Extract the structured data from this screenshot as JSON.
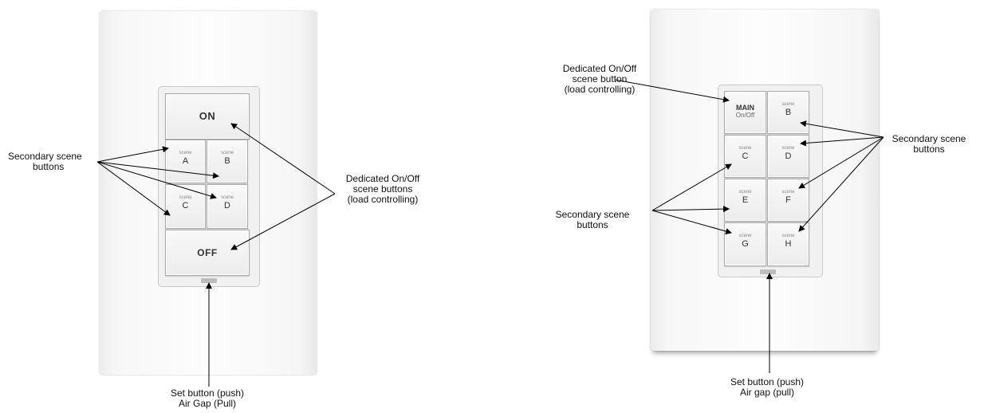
{
  "left_keypad": {
    "on_label": "ON",
    "off_label": "OFF",
    "scene_word": "scene",
    "scenes": [
      "A",
      "B",
      "C",
      "D"
    ],
    "callouts": {
      "secondary_line1": "Secondary scene",
      "secondary_line2": "buttons",
      "dedicated_line1": "Dedicated On/Off",
      "dedicated_line2": "scene buttons",
      "dedicated_line3": "(load controlling)",
      "set_line1": "Set button (push)",
      "set_line2": "Air Gap (Pull)"
    }
  },
  "right_keypad": {
    "main_label": "MAIN",
    "main_sub": "On/Off",
    "scene_word": "scene",
    "scenes": [
      "B",
      "C",
      "D",
      "E",
      "F",
      "G",
      "H"
    ],
    "callouts": {
      "dedicated_line1": "Dedicated On/Off",
      "dedicated_line2": "scene button",
      "dedicated_line3": "(load controlling)",
      "secondary_right_line1": "Secondary scene",
      "secondary_right_line2": "buttons",
      "secondary_left_line1": "Secondary scene",
      "secondary_left_line2": "buttons",
      "set_line1": "Set button (push)",
      "set_line2": "Air gap (pull)"
    }
  }
}
